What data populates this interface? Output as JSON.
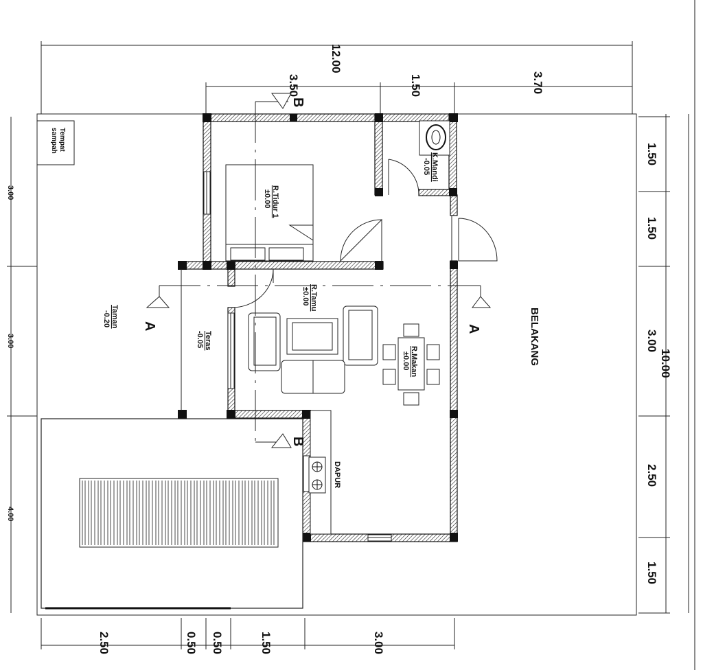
{
  "dimensions": {
    "top_total": "12.00",
    "top_segments": [
      "3.50",
      "1.50",
      "3.70"
    ],
    "right_total": "10.00",
    "right_segments": [
      "1.50",
      "1.50",
      "3.00",
      "2.50",
      "1.50"
    ],
    "left_segments": [
      "3.00",
      "3.00",
      "4.00"
    ],
    "bottom_segments": [
      "2.50",
      "0.50",
      "0.50",
      "1.50",
      "3.00"
    ]
  },
  "rooms": {
    "bedroom_name": "R.Tidur 1",
    "bedroom_level": "±0.00",
    "bathroom_name": "K.Mandi",
    "bathroom_level": "-0.05",
    "living_name": "R.Tamu",
    "living_level": "±0.00",
    "dining_name": "R.Makan",
    "dining_level": "±0.00",
    "terrace_name": "Teras",
    "terrace_level": "-0.05",
    "garden_name": "Taman",
    "garden_level": "-0.20",
    "kitchen_name": "DAPUR",
    "back_area": "BELAKANG",
    "trash_line1": "Tempat",
    "trash_line2": "sampah"
  },
  "section_markers": {
    "a_left": "A",
    "a_right": "A",
    "b_top": "B",
    "b_bottom": "B"
  }
}
